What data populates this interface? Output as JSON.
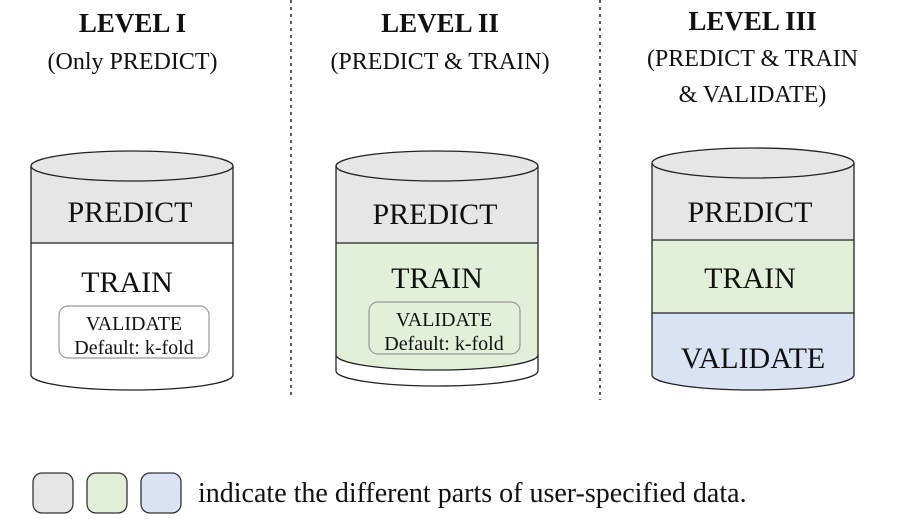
{
  "levels": [
    {
      "title": "LEVEL I",
      "subtitle": "(Only PREDICT)",
      "predict": "PREDICT",
      "train": "TRAIN",
      "validate": "VALIDATE",
      "validate_default": "Default: k-fold"
    },
    {
      "title": "LEVEL II",
      "subtitle": "(PREDICT & TRAIN)",
      "predict": "PREDICT",
      "train": "TRAIN",
      "validate": "VALIDATE",
      "validate_default": "Default: k-fold"
    },
    {
      "title": "LEVEL III",
      "subtitle_line1": "(PREDICT & TRAIN",
      "subtitle_line2": "& VALIDATE)",
      "predict": "PREDICT",
      "train": "TRAIN",
      "validate": "VALIDATE"
    }
  ],
  "legend": {
    "text": "indicate the different parts of user-specified data.",
    "swatches": [
      {
        "icon": "gray-swatch",
        "color": "#e6e6e6"
      },
      {
        "icon": "green-swatch",
        "color": "#e2efd9"
      },
      {
        "icon": "blue-swatch",
        "color": "#dae3f3"
      }
    ]
  },
  "colors": {
    "predict": "#e6e6e6",
    "train": "#e2efd9",
    "validate": "#dae3f3",
    "outline": "#222222"
  }
}
